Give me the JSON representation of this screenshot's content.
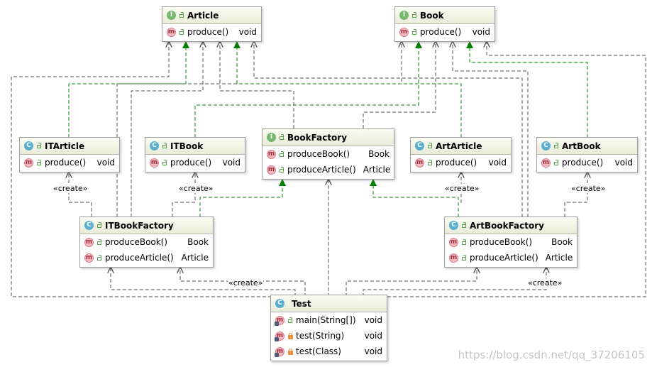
{
  "classes": {
    "article": {
      "kind": "I",
      "name": "Article",
      "methods": [
        {
          "icon": "m",
          "vis": "public",
          "name": "produce()",
          "type": "void"
        }
      ]
    },
    "book": {
      "kind": "I",
      "name": "Book",
      "methods": [
        {
          "icon": "m",
          "vis": "public",
          "name": "produce()",
          "type": "void"
        }
      ]
    },
    "bookfactory": {
      "kind": "I",
      "name": "BookFactory",
      "methods": [
        {
          "icon": "m",
          "vis": "public",
          "name": "produceBook()",
          "type": "Book"
        },
        {
          "icon": "m",
          "vis": "public",
          "name": "produceArticle()",
          "type": "Article"
        }
      ]
    },
    "itarticle": {
      "kind": "C",
      "name": "ITArticle",
      "methods": [
        {
          "icon": "m",
          "vis": "public",
          "name": "produce()",
          "type": "void"
        }
      ]
    },
    "itbook": {
      "kind": "C",
      "name": "ITBook",
      "methods": [
        {
          "icon": "m",
          "vis": "public",
          "name": "produce()",
          "type": "void"
        }
      ]
    },
    "artarticle": {
      "kind": "C",
      "name": "ArtArticle",
      "methods": [
        {
          "icon": "m",
          "vis": "public",
          "name": "produce()",
          "type": "void"
        }
      ]
    },
    "artbook": {
      "kind": "C",
      "name": "ArtBook",
      "methods": [
        {
          "icon": "m",
          "vis": "public",
          "name": "produce()",
          "type": "void"
        }
      ]
    },
    "itbookfactory": {
      "kind": "C",
      "name": "ITBookFactory",
      "methods": [
        {
          "icon": "m",
          "vis": "public",
          "name": "produceBook()",
          "type": "Book"
        },
        {
          "icon": "m",
          "vis": "public",
          "name": "produceArticle()",
          "type": "Article"
        }
      ]
    },
    "artbookfactory": {
      "kind": "C",
      "name": "ArtBookFactory",
      "methods": [
        {
          "icon": "m",
          "vis": "public",
          "name": "produceBook()",
          "type": "Book"
        },
        {
          "icon": "m",
          "vis": "public",
          "name": "produceArticle()",
          "type": "Article"
        }
      ]
    },
    "test": {
      "kind": "C",
      "name": "Test",
      "methods": [
        {
          "icon": "m",
          "vis": "public",
          "static": true,
          "name": "main(String[])",
          "type": "void"
        },
        {
          "icon": "m",
          "vis": "private",
          "static": true,
          "name": "test(String)",
          "type": "void"
        },
        {
          "icon": "m",
          "vis": "private",
          "static": true,
          "name": "test(Class)",
          "type": "void"
        }
      ]
    }
  },
  "icons": {
    "interface": "I",
    "class": "C",
    "method": "m"
  },
  "stereotype": "«create»",
  "watermark": "https://blog.csdn.net/qq_37206105",
  "colors": {
    "realization": "#008000",
    "dependency": "#505050",
    "header": "#eef0de",
    "border": "#9e9e9e"
  }
}
